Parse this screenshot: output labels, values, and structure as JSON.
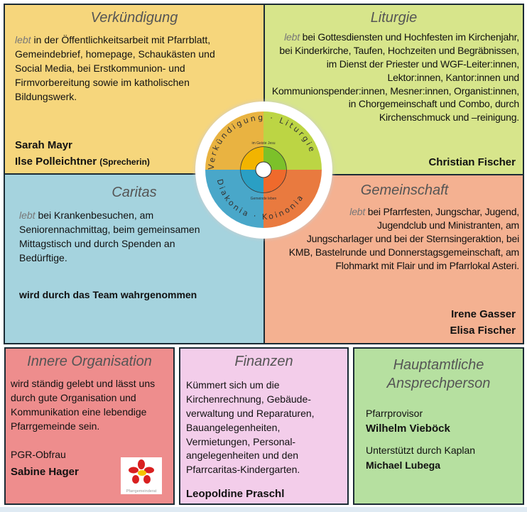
{
  "verkuendigung": {
    "title": "Verkündigung",
    "lebt": "lebt",
    "text": " in der Öffentlichkeitsarbeit mit Pfarrblatt, Gemeindebrief, homepage, Schaukästen und Social Media, bei Erstkommunion- und Firmvorbereitung sowie im katholischen Bildungswerk.",
    "name1": "Sarah Mayr",
    "name2": "Ilse Polleichtner",
    "name2_note": "(Sprecherin)"
  },
  "liturgie": {
    "title": "Liturgie",
    "lebt": "lebt",
    "text": " bei Gottesdiensten und Hochfesten im Kirchenjahr, bei Kinderkirche, Taufen, Hochzeiten und Begräbnissen, im Dienst der Priester und WGF-Leiter:innen, Lektor:innen, Kantor:innen und Kommunionspender:innen, Mesner:innen, Organist:innen, in Chorgemeinschaft und Combo, durch Kirchenschmuck und –reinigung.",
    "name": "Christian Fischer"
  },
  "caritas": {
    "title": "Caritas",
    "lebt": "lebt",
    "text": " bei Krankenbesuchen, am Seniorennachmittag, beim gemeinsamen Mittagstisch und durch Spenden an Bedürftige.",
    "team": "wird durch das Team wahrgenommen"
  },
  "gemeinschaft": {
    "title": "Gemeinschaft",
    "lebt": "lebt",
    "text": " bei Pfarrfesten, Jungschar, Jugend, Jugendclub und Ministranten, am Jungscharlager und bei der Sternsingeraktion, bei KMB, Bastelrunde und Donnerstagsgemeinschaft, am Flohmarkt mit Flair und im Pfarrlokal Asteri.",
    "name1": "Irene Gasser",
    "name2": "Elisa Fischer"
  },
  "emblem": {
    "q1": "Verkündigung",
    "q2": "Liturgie",
    "q3": "Diakonia",
    "q4": "Koinonia",
    "inner1": "im Geiste Jesu",
    "inner2": "Gemeinde leben"
  },
  "innere": {
    "title": "Innere Organisation",
    "text": "wird ständig gelebt und lässt uns durch gute Organisation und Kommunikation eine lebendige Pfarrgemeinde sein.",
    "role": "PGR-Obfrau",
    "name": "Sabine Hager",
    "logo_text": "Pfarrgemeinderat"
  },
  "finanzen": {
    "title": "Finanzen",
    "text": "Kümmert sich um die Kirchenrechnung, Gebäude-verwaltung und Reparaturen, Bauangelegenheiten, Vermietungen,  Personal-angelegenheiten und den Pfarrcaritas-Kindergarten.",
    "name": "Leopoldine Praschl"
  },
  "haupt": {
    "title": "Hauptamtliche Ansprechperson",
    "role1": "Pfarrprovisor",
    "name1": "Wilhelm Vieböck",
    "role2": "Unterstützt durch Kaplan",
    "name2": "Michael Lubega"
  }
}
